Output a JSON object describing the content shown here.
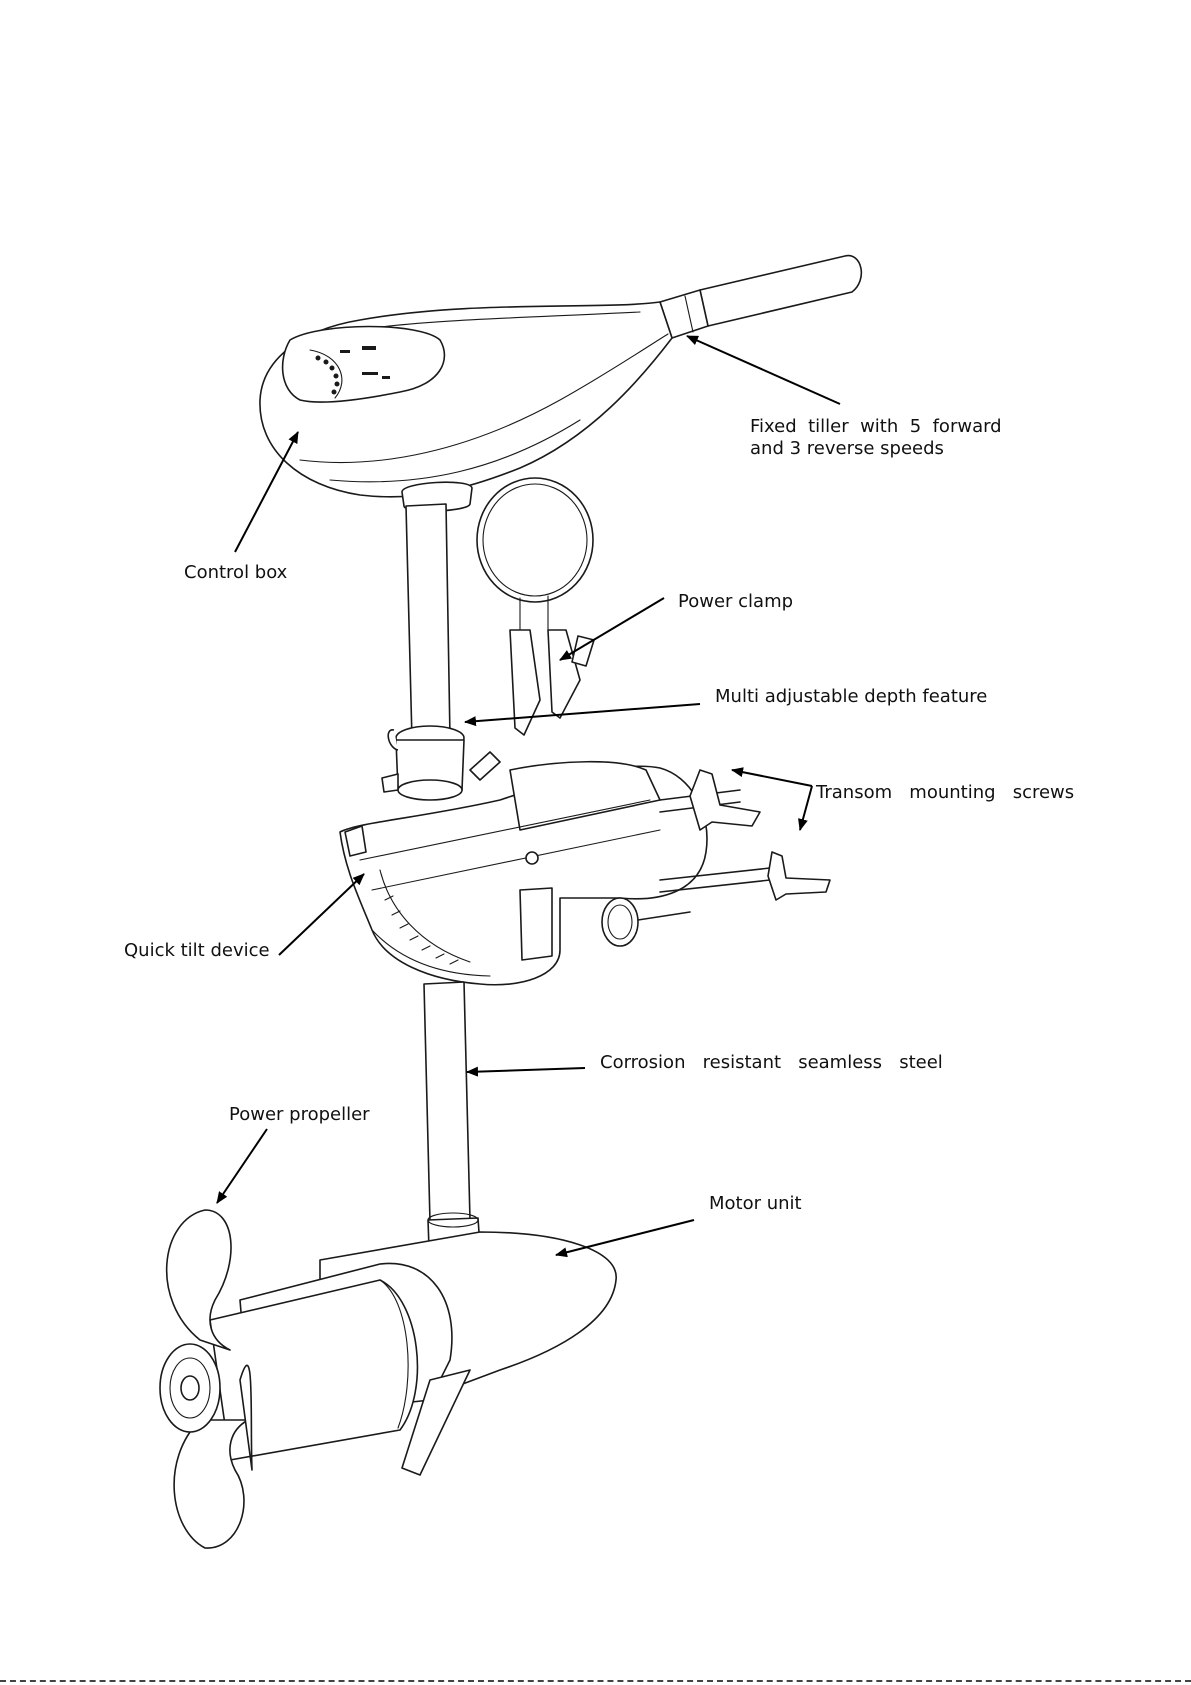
{
  "labels": {
    "tiller": "Fixed  tiller  with  5  forward\nand 3 reverse speeds",
    "control_box": "Control box",
    "power_clamp": "Power clamp",
    "depth": "Multi adjustable depth feature",
    "transom": "Transom   mounting   screws",
    "tilt": "Quick tilt device",
    "steel": "Corrosion   resistant   seamless   steel",
    "propeller": "Power propeller",
    "motor": "Motor unit"
  },
  "colors": {
    "line": "#1a1a1a",
    "background": "#ffffff"
  }
}
